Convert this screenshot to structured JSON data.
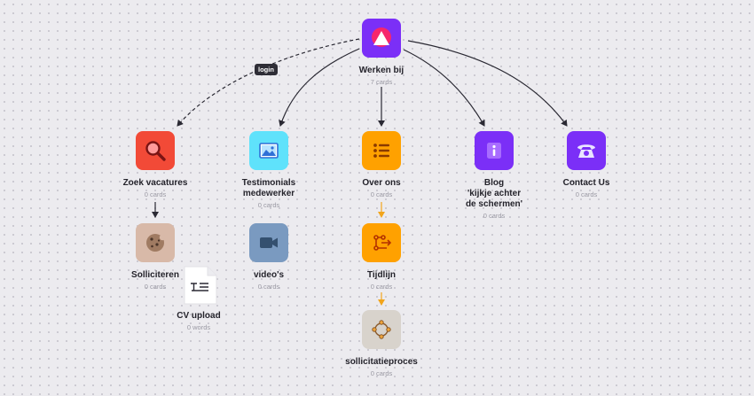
{
  "root": {
    "title": "Werken bij",
    "count": "7 cards",
    "icon": "triangle-logo-icon",
    "color": "#7b2ff7"
  },
  "edge_label": "login",
  "nodes": [
    {
      "title": "Zoek vacatures",
      "count": "0 cards",
      "icon": "magnifier-icon",
      "color": "#f24a37"
    },
    {
      "title": "Testimonials\nmedewerker",
      "count": "0 cards",
      "icon": "image-icon",
      "color": "#5fe2fb"
    },
    {
      "title": "Over ons",
      "count": "0 cards",
      "icon": "list-icon",
      "color": "#ffa100"
    },
    {
      "title": "Blog\n'kijkje achter\nde schermen'",
      "count": "0 cards",
      "icon": "info-icon",
      "color": "#7b2ff7"
    },
    {
      "title": "Contact Us",
      "count": "0 cards",
      "icon": "telephone-icon",
      "color": "#7b2ff7"
    },
    {
      "title": "Solliciteren",
      "count": "0 cards",
      "icon": "cookie-icon",
      "color": "#d8b9a8"
    },
    {
      "title": "video's",
      "count": "0 cards",
      "icon": "video-camera-icon",
      "color": "#7a9ac0"
    },
    {
      "title": "Tijdlijn",
      "count": "0 cards",
      "icon": "timeline-icon",
      "color": "#ffa100"
    },
    {
      "title": "sollicitatieproces",
      "count": "0 cards",
      "icon": "process-cycle-icon",
      "color": "#d8d3cc"
    }
  ],
  "document": {
    "title": "CV upload",
    "count": "0 words",
    "icon": "document-text-icon"
  }
}
